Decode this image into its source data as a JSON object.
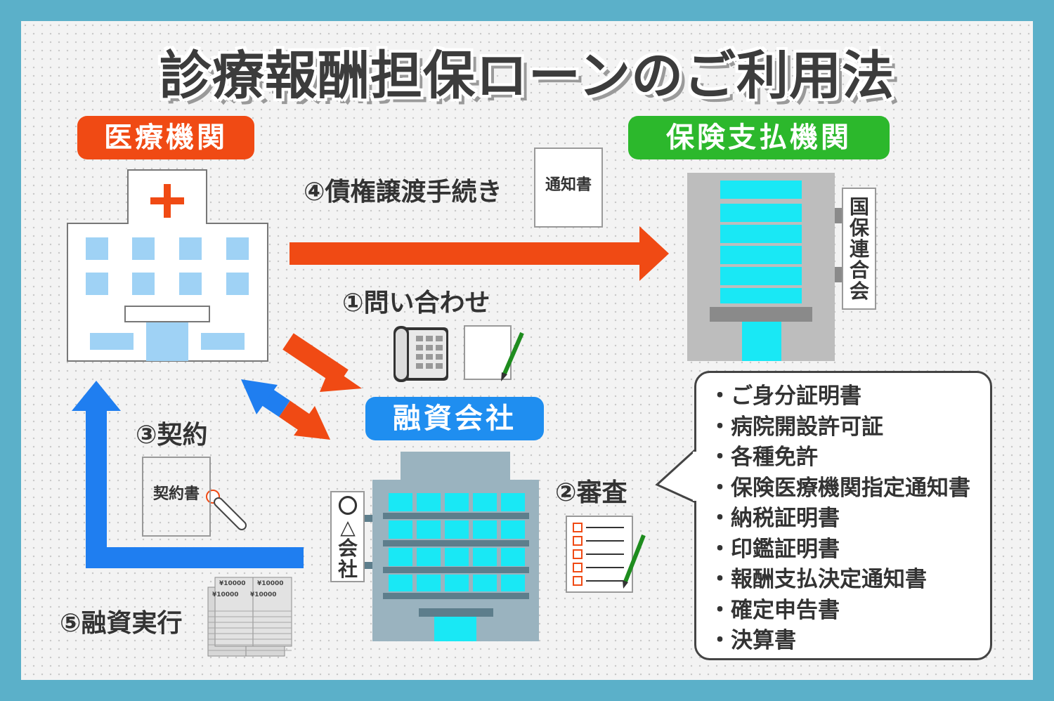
{
  "title": "診療報酬担保ローンのご利用法",
  "colors": {
    "frame": "#5bb0c9",
    "hospital_tag": "#f04a14",
    "insurer_tag": "#2cb82c",
    "lender_tag": "#1f8ef0",
    "arrow_red": "#f04a14",
    "arrow_blue": "#1f7ef0",
    "window_cyan": "#19e8f5"
  },
  "hospital": {
    "label": "医療機関"
  },
  "insurer": {
    "label": "保険支払機関",
    "sign": "国保連合会"
  },
  "lender": {
    "label": "融資会社",
    "sign": "〇△会社"
  },
  "steps": {
    "step1": "①問い合わせ",
    "step2": "②審査",
    "step3": "③契約",
    "step4": "④債権譲渡手続き",
    "step5": "⑤融資実行"
  },
  "documents": {
    "notice": "通知書",
    "contract": "契約書",
    "banknote": "¥10000"
  },
  "required_documents": [
    "ご身分証明書",
    "病院開設許可証",
    "各種免許",
    "保険医療機関指定通知書",
    "納税証明書",
    "印鑑証明書",
    "報酬支払決定通知書",
    "確定申告書",
    "決算書"
  ]
}
